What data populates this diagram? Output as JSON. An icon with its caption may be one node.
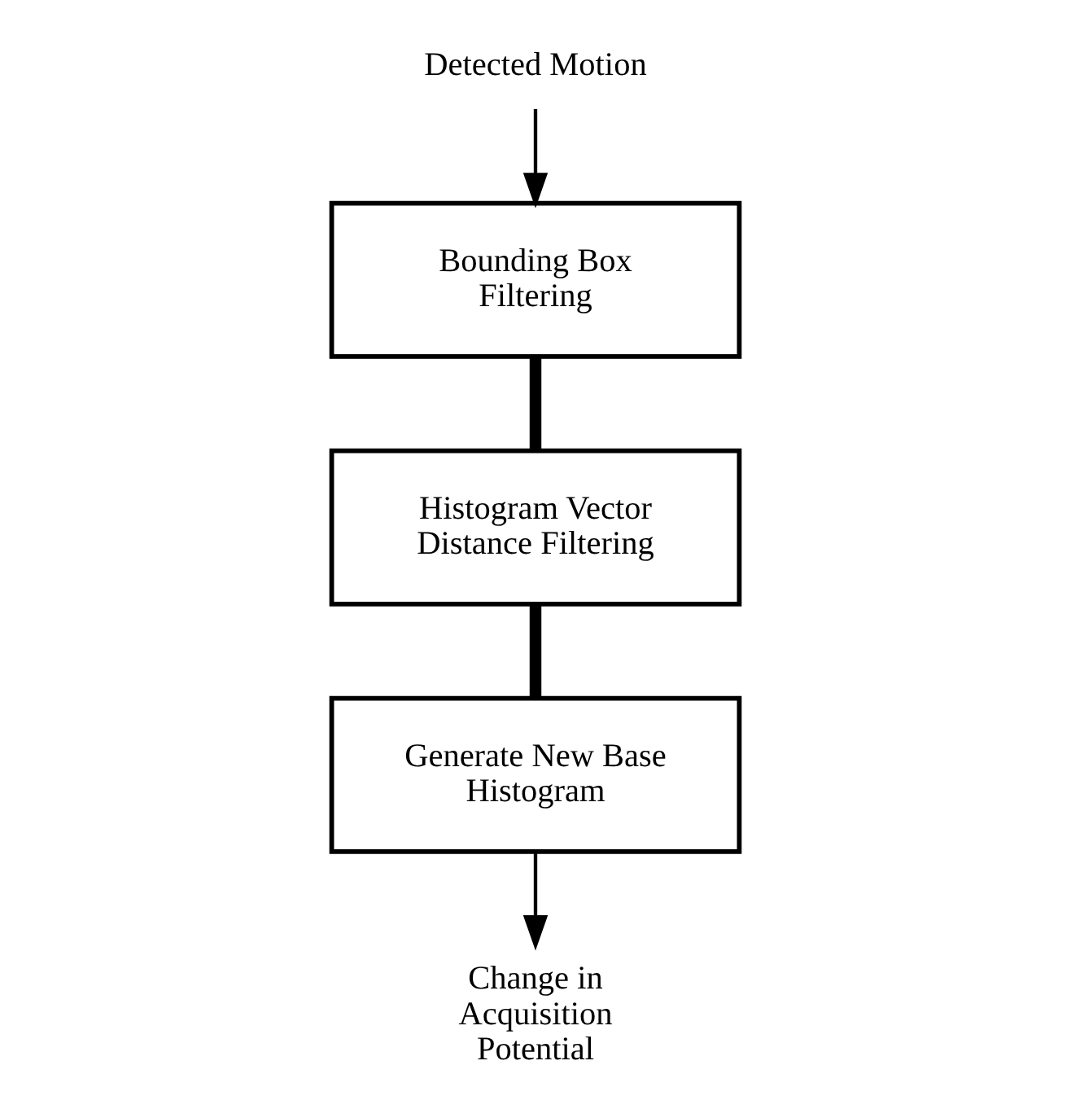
{
  "diagram": {
    "nodes": [
      {
        "text": [
          "Detected Motion"
        ]
      },
      {
        "text": [
          "Bounding Box Filtering"
        ]
      },
      {
        "text": [
          "Histogram Vector Distance Filtering"
        ]
      },
      {
        "text": [
          "Generate New Base Histogram"
        ]
      },
      {
        "text": [
          "Change in Acquisition Potential"
        ]
      }
    ],
    "edges": [
      {
        "from": 0,
        "to": 1,
        "arrow": "to"
      },
      {
        "from": 1,
        "to": 2,
        "arrow": "none",
        "style": "thick"
      },
      {
        "from": 2,
        "to": 3,
        "arrow": "none",
        "style": "thick"
      },
      {
        "from": 3,
        "to": 4,
        "arrow": "to"
      }
    ]
  }
}
